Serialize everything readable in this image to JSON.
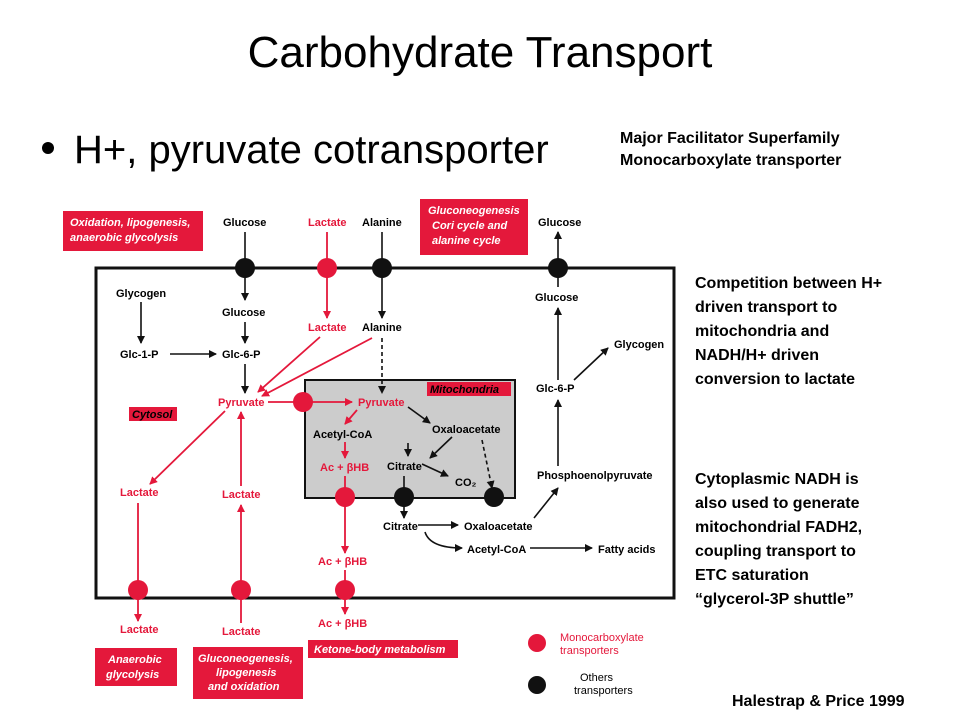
{
  "title": "Carbohydrate Transport",
  "bullet": "H+, pyruvate cotransporter",
  "mfs": {
    "line1": "Major Facilitator Superfamily",
    "line2": "Monocarboxylate transporter"
  },
  "competition": [
    "Competition between H+",
    "driven transport to",
    "mitochondria and",
    "NADH/H+ driven",
    "conversion to lactate"
  ],
  "cytoplasmic": [
    "Cytoplasmic NADH is",
    "also used to generate",
    "mitochondrial FADH2,",
    "coupling transport to",
    "ETC saturation",
    "“glycerol-3P shuttle”"
  ],
  "citation": "Halestrap & Price 1999",
  "colors": {
    "red": "#e4183b",
    "black": "#111111",
    "grey": "#cccccc"
  },
  "diagram": {
    "boxes": {
      "oxidation": [
        "Oxidation, lipogenesis,",
        "anaerobic glycolysis"
      ],
      "gluconeogenesis_top": [
        "Gluconeogenesis",
        "Cori cycle and",
        "alanine cycle"
      ],
      "mitochondria": "Mitochondria",
      "cytosol": "Cytosol",
      "anaerobic": [
        "Anaerobic",
        "glycolysis"
      ],
      "gluconeogenesis_bottom": [
        "Gluconeogenesis,",
        "lipogenesis",
        "and oxidation"
      ],
      "ketone": "Ketone-body metabolism"
    },
    "labels": {
      "glucose_top_left": "Glucose",
      "lactate_top": "Lactate",
      "alanine_top": "Alanine",
      "glucose_top_right": "Glucose",
      "glycogen_left": "Glycogen",
      "glucose_inner": "Glucose",
      "lactate_inner": "Lactate",
      "alanine_inner": "Alanine",
      "glucose_inner_right": "Glucose",
      "glc1p": "Glc-1-P",
      "glc6p_left": "Glc-6-P",
      "glycogen_right": "Glycogen",
      "glc6p_right": "Glc-6-P",
      "pyruvate_cyt": "Pyruvate",
      "pyruvate_mito": "Pyruvate",
      "acetylcoa_mito": "Acetyl-CoA",
      "oxaloacetate_mito": "Oxaloacetate",
      "achb_mito": "Ac + βHB",
      "citrate_mito": "Citrate",
      "co2": "CO₂",
      "pep": "Phosphoenolpyruvate",
      "lactate_left": "Lactate",
      "lactate_mid": "Lactate",
      "citrate_cyt": "Citrate",
      "oxaloacetate_cyt": "Oxaloacetate",
      "acetylcoa_cyt": "Acetyl-CoA",
      "fatty_acids": "Fatty acids",
      "achb_cyt": "Ac + βHB",
      "lactate_bottom_left": "Lactate",
      "lactate_bottom_mid": "Lactate",
      "achb_bottom": "Ac + βHB"
    },
    "legend": {
      "mct": [
        "Monocarboxylate",
        "transporters"
      ],
      "others": [
        "Others",
        "transporters"
      ]
    }
  }
}
